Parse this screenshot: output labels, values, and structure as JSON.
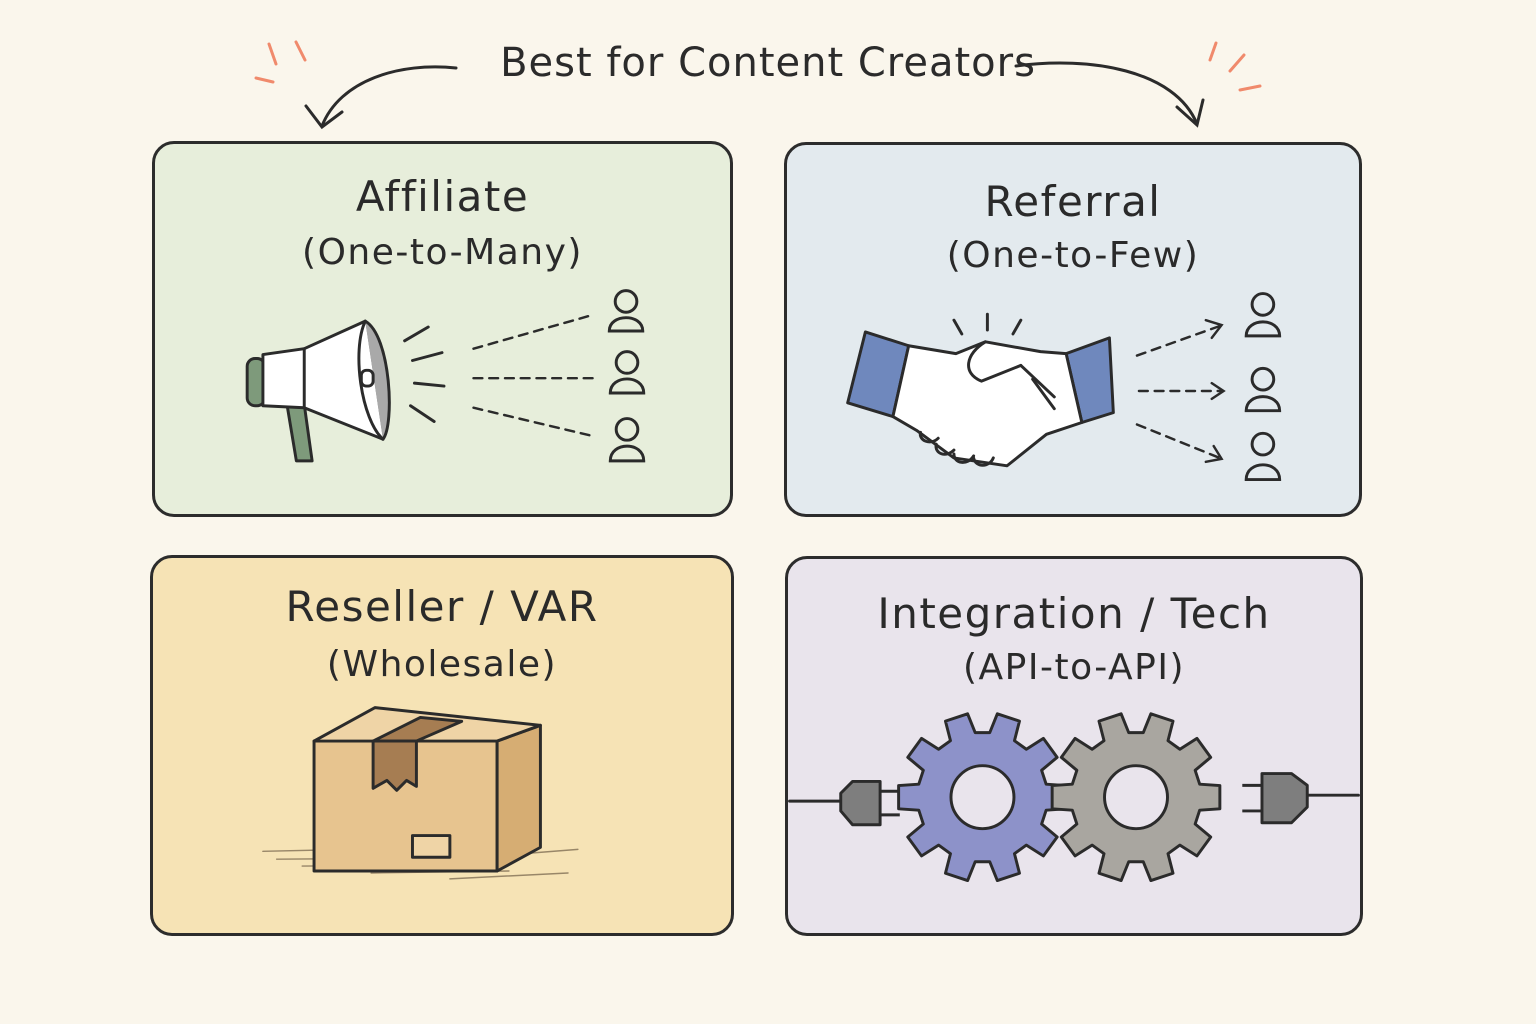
{
  "header": {
    "title": "Best for Content Creators",
    "accent_color": "#f08a6c"
  },
  "cards": [
    {
      "id": "affiliate",
      "title": "Affiliate",
      "subtitle": "(One-to-Many)",
      "background": "#e7eedb",
      "icons": [
        "megaphone-icon",
        "person-icon",
        "person-icon",
        "person-icon"
      ]
    },
    {
      "id": "referral",
      "title": "Referral",
      "subtitle": "(One-to-Few)",
      "background": "#e3eaee",
      "icons": [
        "handshake-icon",
        "person-icon",
        "person-icon",
        "person-icon"
      ]
    },
    {
      "id": "reseller",
      "title": "Reseller / VAR",
      "subtitle": "(Wholesale)",
      "background": "#f6e3b5",
      "icons": [
        "box-icon"
      ]
    },
    {
      "id": "integration",
      "title": "Integration / Tech",
      "subtitle": "(API-to-API)",
      "background": "#e9e4ec",
      "icons": [
        "plug-icon",
        "gear-icon",
        "gear-icon",
        "plug-icon"
      ]
    }
  ]
}
